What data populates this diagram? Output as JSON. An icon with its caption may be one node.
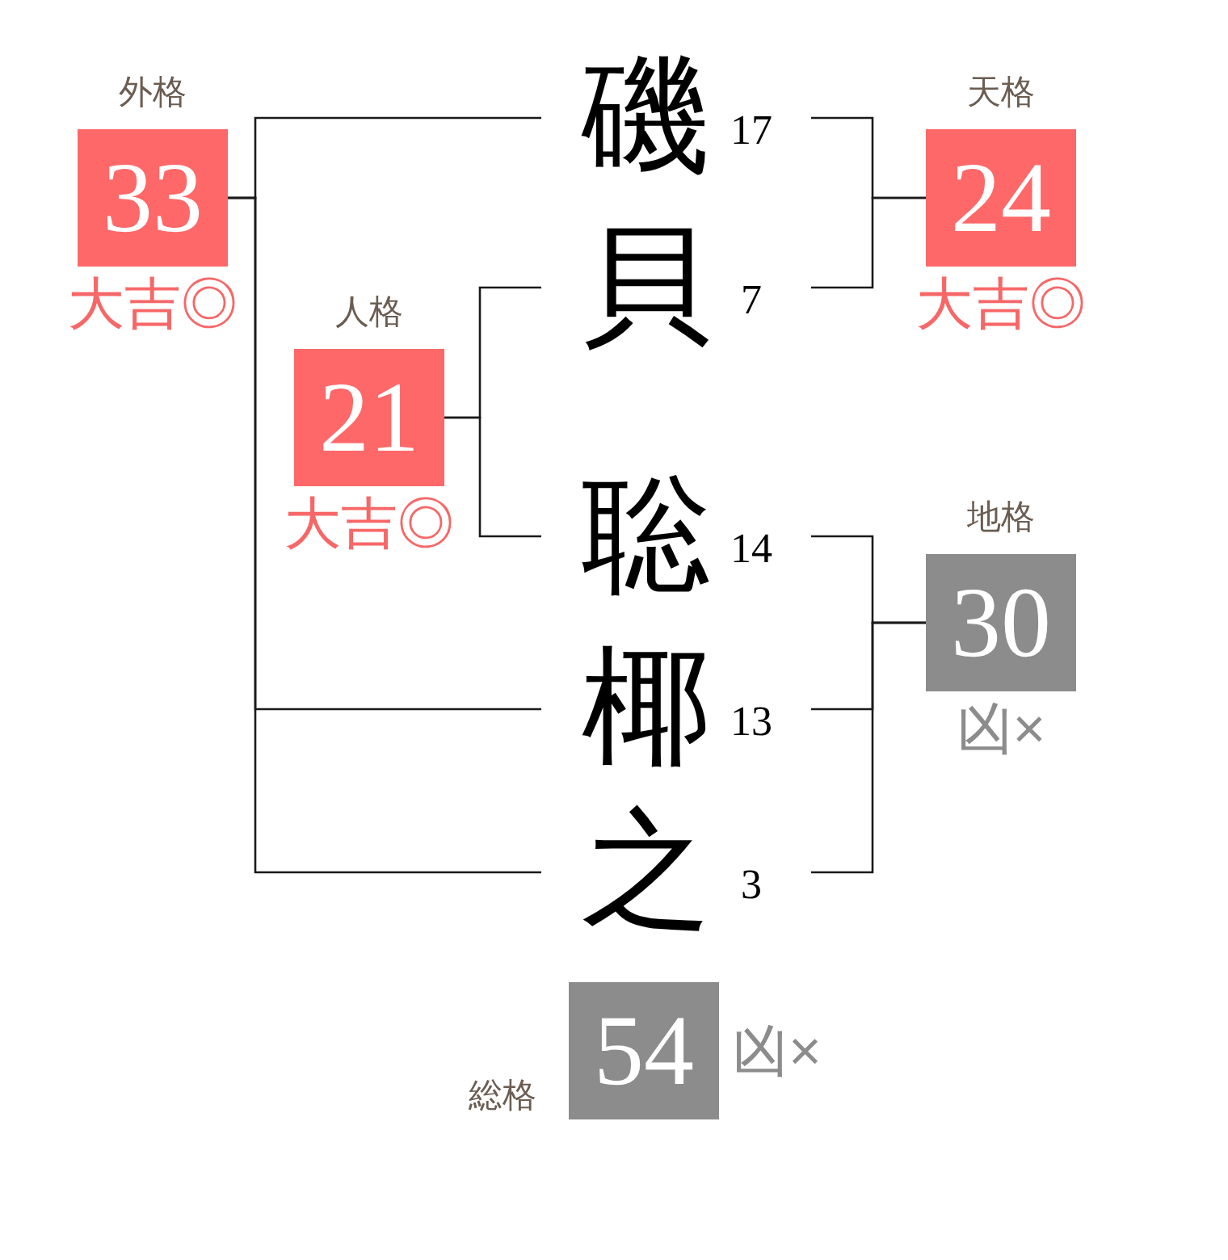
{
  "diagram": {
    "nodes": [
      {
        "text": [
          "外格",
          "33"
        ],
        "beside": [
          "大吉◎"
        ]
      },
      {
        "text": [
          "磯"
        ],
        "beside": [
          "17"
        ]
      },
      {
        "text": [
          "天格",
          "24"
        ],
        "beside": [
          "大吉◎"
        ]
      },
      {
        "text": [
          "貝"
        ],
        "beside": [
          "7"
        ]
      },
      {
        "text": [
          "人格",
          "21"
        ],
        "beside": [
          "大吉◎"
        ]
      },
      {
        "text": [
          "聡"
        ],
        "beside": [
          "14"
        ]
      },
      {
        "text": [
          "地格",
          "30"
        ],
        "beside": [
          "凶×"
        ]
      },
      {
        "text": [
          "椰"
        ],
        "beside": [
          "13"
        ]
      },
      {
        "text": [
          "之"
        ],
        "beside": [
          "3"
        ]
      },
      {
        "text": [
          "総格",
          "54"
        ],
        "beside": [
          "凶×"
        ]
      }
    ],
    "edges": [
      {
        "from": 0,
        "to": 1,
        "arrow": "none"
      },
      {
        "from": 0,
        "to": 7,
        "arrow": "none"
      },
      {
        "from": 0,
        "to": 8,
        "arrow": "none"
      },
      {
        "from": 4,
        "to": 3,
        "arrow": "none"
      },
      {
        "from": 4,
        "to": 5,
        "arrow": "none"
      },
      {
        "from": 2,
        "to": 1,
        "arrow": "none"
      },
      {
        "from": 2,
        "to": 3,
        "arrow": "none"
      },
      {
        "from": 6,
        "to": 5,
        "arrow": "none"
      },
      {
        "from": 6,
        "to": 7,
        "arrow": "none"
      },
      {
        "from": 6,
        "to": 8,
        "arrow": "none"
      }
    ]
  }
}
